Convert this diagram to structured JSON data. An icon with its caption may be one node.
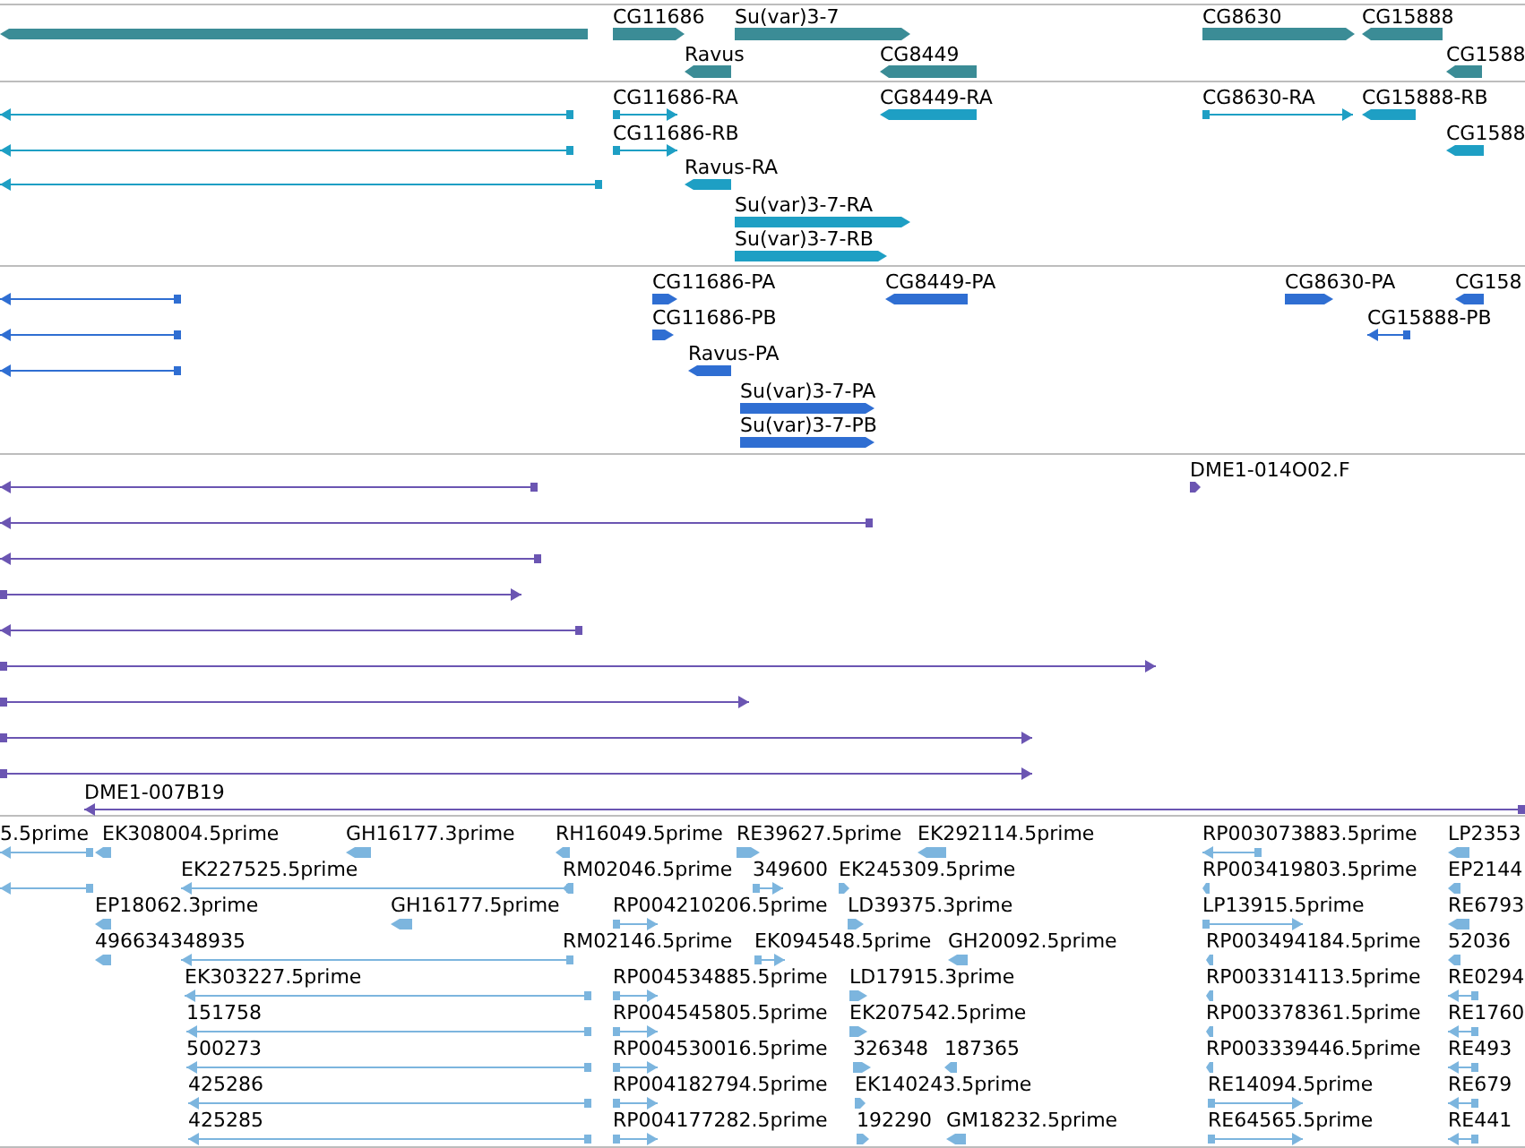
{
  "diagram": {
    "labels": [
      "CG11686",
      "Su(var)3-7",
      "CG8630",
      "CG15888",
      "Ravus",
      "CG8449",
      "CG1588",
      "CG11686-RA",
      "CG8449-RA",
      "CG8630-RA",
      "CG15888-RB",
      "CG11686-RB",
      "CG1588",
      "Ravus-RA",
      "Su(var)3-7-RA",
      "Su(var)3-7-RB",
      "CG11686-PA",
      "CG8449-PA",
      "CG8630-PA",
      "CG158",
      "CG11686-PB",
      "CG15888-PB",
      "Ravus-PA",
      "Su(var)3-7-PA",
      "Su(var)3-7-PB",
      "DME1-014O02.F",
      "DME1-007B19",
      "5.5prime",
      "EK308004.5prime",
      "GH16177.3prime",
      "RH16049.5prime",
      "RE39627.5prime",
      "EK292114.5prime",
      "RP003073883.5prime",
      "LP2353",
      "EK227525.5prime",
      "RM02046.5prime",
      "349600",
      "EK245309.5prime",
      "RP003419803.5prime",
      "EP2144",
      "EP18062.3prime",
      "GH16177.5prime",
      "RP004210206.5prime",
      "LD39375.3prime",
      "LP13915.5prime",
      "RE6793",
      "496634348935",
      "RM02146.5prime",
      "EK094548.5prime",
      "GH20092.5prime",
      "RP003494184.5prime",
      "52036",
      "EK303227.5prime",
      "RP004534885.5prime",
      "LD17915.3prime",
      "RP003314113.5prime",
      "RE0294",
      "151758",
      "RP004545805.5prime",
      "EK207542.5prime",
      "RP003378361.5prime",
      "RE1760",
      "500273",
      "RP004530016.5prime",
      "326348",
      "187365",
      "RP003339446.5prime",
      "RE493",
      "425286",
      "RP004182794.5prime",
      "EK140243.5prime",
      "RE14094.5prime",
      "RE679",
      "425285",
      "RP004177282.5prime",
      "192290",
      "GM18232.5prime",
      "RE64565.5prime",
      "RE441"
    ]
  }
}
